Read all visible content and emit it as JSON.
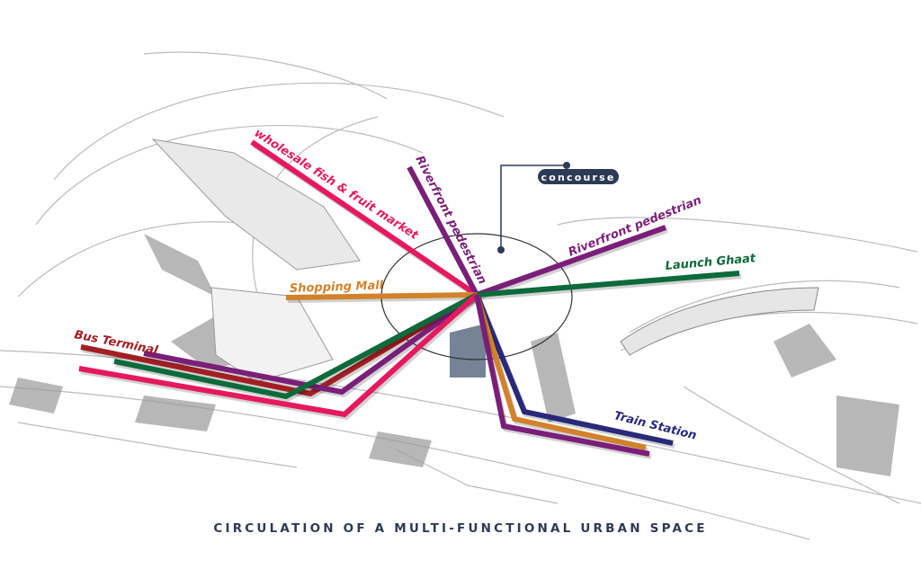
{
  "title": "CIRCULATION OF A MULTI-FUNCTIONAL URBAN  SPACE",
  "concourse_label": "concourse",
  "routes": {
    "wholesale": "wholesale fish & fruit market",
    "riverfront_1": "Riverfront pedestrian",
    "riverfront_2": "Riverfront pedestrian",
    "launch_ghaat": "Launch Ghaat",
    "shopping_mall": "Shopping Mall",
    "bus_terminal": "Bus Terminal",
    "train_station": "Train Station"
  },
  "colors": {
    "pink": "#e5195e",
    "purple": "#7a1f78",
    "green": "#0d6a3a",
    "orange": "#d1822b",
    "darkred": "#a21e22",
    "navy": "#29297a",
    "concourse": "#2d3a55"
  }
}
